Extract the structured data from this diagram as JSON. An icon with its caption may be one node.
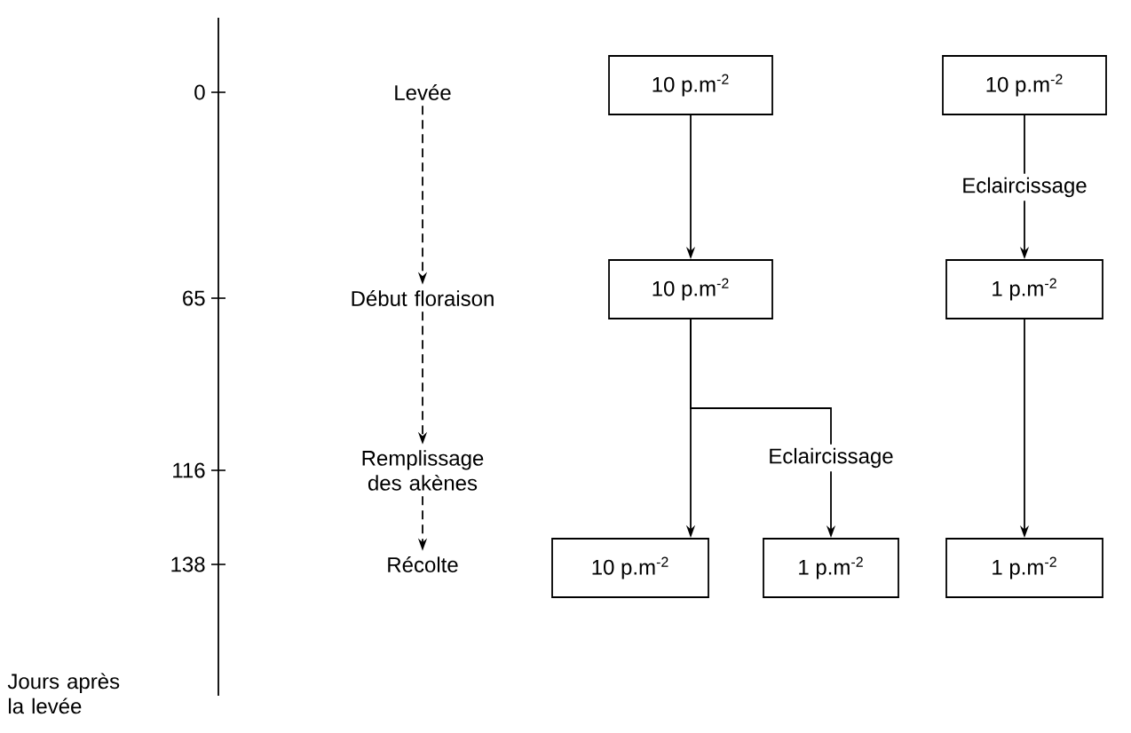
{
  "diagram": {
    "nodes": [
      {
        "text": [
          "Levée"
        ]
      },
      {
        "text": [
          "Début floraison"
        ]
      },
      {
        "text": [
          "Remplissage des akènes"
        ]
      },
      {
        "text": [
          "Récolte"
        ]
      },
      {
        "text": [
          "10 p.m$^{-2}$"
        ]
      },
      {
        "text": [
          "10 p.m$^{-2}$"
        ]
      },
      {
        "text": [
          "10 p.m$^{-2}$"
        ]
      },
      {
        "text": [
          "1 p.m$^{-2}$"
        ]
      },
      {
        "text": [
          "10 p.m$^{-2}$"
        ]
      },
      {
        "text": [
          "1 p.m$^{-2}$"
        ]
      },
      {
        "text": [
          "1 p.m$^{-2}$"
        ]
      }
    ],
    "edges": [
      {
        "from": 0,
        "to": 1,
        "arrow": "to",
        "style": "dashed"
      },
      {
        "from": 1,
        "to": 2,
        "arrow": "to",
        "style": "dashed"
      },
      {
        "from": 2,
        "to": 3,
        "arrow": "to",
        "style": "dashed"
      },
      {
        "from": 4,
        "to": 6,
        "arrow": "to"
      },
      {
        "from": 5,
        "to": 7,
        "arrow": "to",
        "label": "Eclaircissage"
      },
      {
        "from": 6,
        "to": 8,
        "arrow": "to"
      },
      {
        "from": 6,
        "to": 9,
        "arrow": "to",
        "label": "Eclaircissage"
      },
      {
        "from": 7,
        "to": 10,
        "arrow": "to"
      }
    ],
    "labels": [
      "0",
      "65",
      "116",
      "138",
      "Jours après la levée"
    ]
  }
}
